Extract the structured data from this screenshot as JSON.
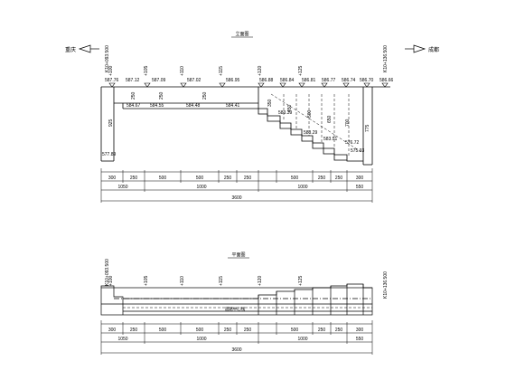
{
  "elevation_view": {
    "title": "立面图",
    "left_direction": "重庆",
    "right_direction": "成都",
    "start_station": "K10+093.500",
    "end_station": "K10+136.500",
    "stations": [
      {
        "label": "+100",
        "elev": "587.76"
      },
      {
        "label": "+105",
        "elev": "587.09"
      },
      {
        "label": "+110",
        "elev": "587.02"
      },
      {
        "label": "+115",
        "elev": "586.95"
      },
      {
        "label": "+120",
        "elev": "586.88"
      },
      {
        "label": "+125",
        "elev": "586.81"
      },
      {
        "label": "",
        "elev": "587.12"
      },
      {
        "label": "",
        "elev": "586.84"
      },
      {
        "label": "",
        "elev": "586.77"
      },
      {
        "label": "",
        "elev": "586.74"
      },
      {
        "label": "",
        "elev": "586.70"
      },
      {
        "label": "",
        "elev": "586.66"
      }
    ],
    "bottom_elevs": [
      "584.67",
      "584.55",
      "584.48",
      "584.41",
      "583.39",
      "583.29",
      "583.51",
      "576.72",
      "575.93",
      "577.89"
    ],
    "depths": [
      "925",
      "250",
      "250",
      "250",
      "350",
      "450",
      "500",
      "650",
      "700",
      "775"
    ],
    "dims_row1": [
      "300",
      "250",
      "500",
      "500",
      "250",
      "250",
      "500",
      "250",
      "250",
      "300"
    ],
    "dims_row2": [
      "1050",
      "1000",
      "1000",
      "550"
    ],
    "total": "3600"
  },
  "plan_view": {
    "title": "平面图",
    "start_station": "K10+093.500",
    "end_station": "K10+136.500",
    "stations": [
      "+100",
      "+105",
      "+110",
      "+115",
      "+120",
      "+125"
    ],
    "centerline_label": "道路中心线",
    "dims_row1": [
      "300",
      "250",
      "500",
      "500",
      "250",
      "250",
      "500",
      "250",
      "250",
      "300"
    ],
    "dims_row2": [
      "1050",
      "1000",
      "1000",
      "550"
    ],
    "total": "3600"
  }
}
